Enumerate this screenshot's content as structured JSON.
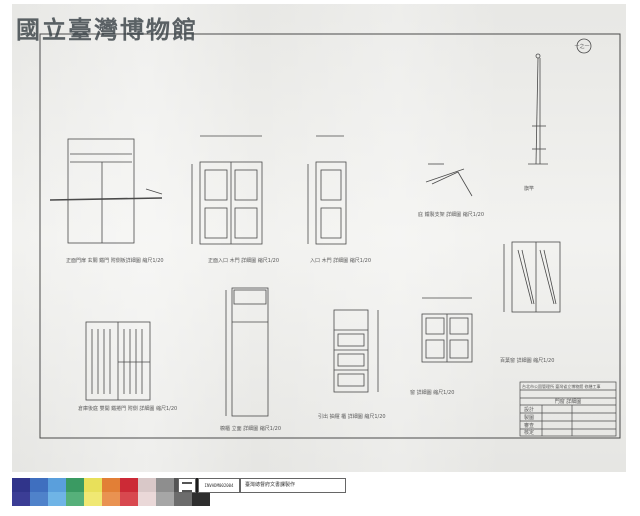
{
  "watermark": "國立臺灣博物館",
  "sheet_number": "一之一",
  "drawing": {
    "labels": {
      "door_front": "正面門扉 玄關 鐵門 附側板詳細圖 縮尺1/20",
      "double_door": "正面入口 木門 詳細圖 縮尺1/20",
      "single_door": "入口 木門 詳細圖 縮尺1/20",
      "awning": "庇 鐵製支架 詳細圖 縮尺1/20",
      "flagpole": "旗竿",
      "shutter_door": "倉庫後庭 雙開 鐵捲門 附側 詳細圖 縮尺1/20",
      "tall_cabinet": "櫥櫃 立面 詳細圖 縮尺1/20",
      "drawer_cabinet": "引出 抽屜 櫃 詳細圖 縮尺1/20",
      "window": "窗 詳細圖 縮尺1/20",
      "louver_window": "百葉窗 詳細圖 縮尺1/20"
    },
    "title_block": {
      "header": "台北市公園管理所 臺灣省立博物館 修繕工事",
      "title": "門窗 詳細圖",
      "rows": [
        "設計",
        "製圖",
        "審查",
        "核定"
      ]
    }
  },
  "footer": {
    "id_code": "INVADM002004",
    "org": "臺灣總督府文書課製作"
  },
  "colorbar": {
    "top": [
      "#30348a",
      "#3f6fbf",
      "#5a9fdc",
      "#3a9a62",
      "#e8e05a",
      "#e27f36",
      "#cc2a36",
      "#d9c8c8",
      "#8e8e8e",
      "#545454",
      "#1b1b1b"
    ],
    "bottom": [
      "#3b3d95",
      "#4f82ca",
      "#6fb4e6",
      "#56b07a",
      "#f0e873",
      "#e99251",
      "#d8484f",
      "#ead8d8",
      "#a6a6a6",
      "#6c6c6c",
      "#2e2e2e"
    ]
  }
}
